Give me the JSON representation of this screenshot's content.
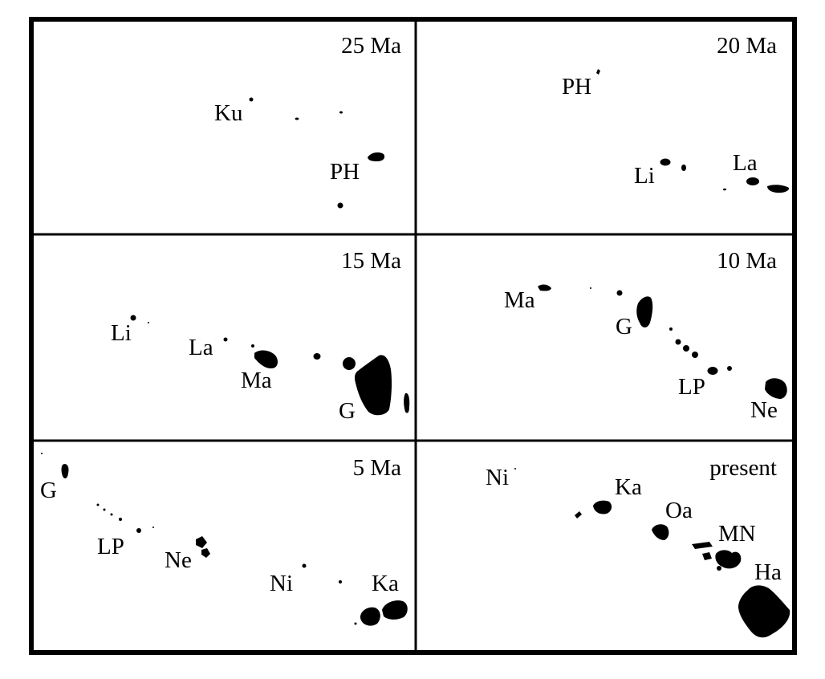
{
  "figure": {
    "panels": [
      {
        "id": "25ma",
        "time_label": "25 Ma",
        "islands": [
          {
            "label": "Ku"
          },
          {
            "label": "PH"
          }
        ]
      },
      {
        "id": "20ma",
        "time_label": "20 Ma",
        "islands": [
          {
            "label": "PH"
          },
          {
            "label": "Li"
          },
          {
            "label": "La"
          }
        ]
      },
      {
        "id": "15ma",
        "time_label": "15 Ma",
        "islands": [
          {
            "label": "Li"
          },
          {
            "label": "La"
          },
          {
            "label": "Ma"
          },
          {
            "label": "G"
          }
        ]
      },
      {
        "id": "10ma",
        "time_label": "10 Ma",
        "islands": [
          {
            "label": "Ma"
          },
          {
            "label": "G"
          },
          {
            "label": "LP"
          },
          {
            "label": "Ne"
          }
        ]
      },
      {
        "id": "5ma",
        "time_label": "5 Ma",
        "islands": [
          {
            "label": "G"
          },
          {
            "label": "LP"
          },
          {
            "label": "Ne"
          },
          {
            "label": "Ni"
          },
          {
            "label": "Ka"
          }
        ]
      },
      {
        "id": "present",
        "time_label": "present",
        "islands": [
          {
            "label": "Ni"
          },
          {
            "label": "Ka"
          },
          {
            "label": "Oa"
          },
          {
            "label": "MN"
          },
          {
            "label": "Ha"
          }
        ]
      }
    ]
  }
}
